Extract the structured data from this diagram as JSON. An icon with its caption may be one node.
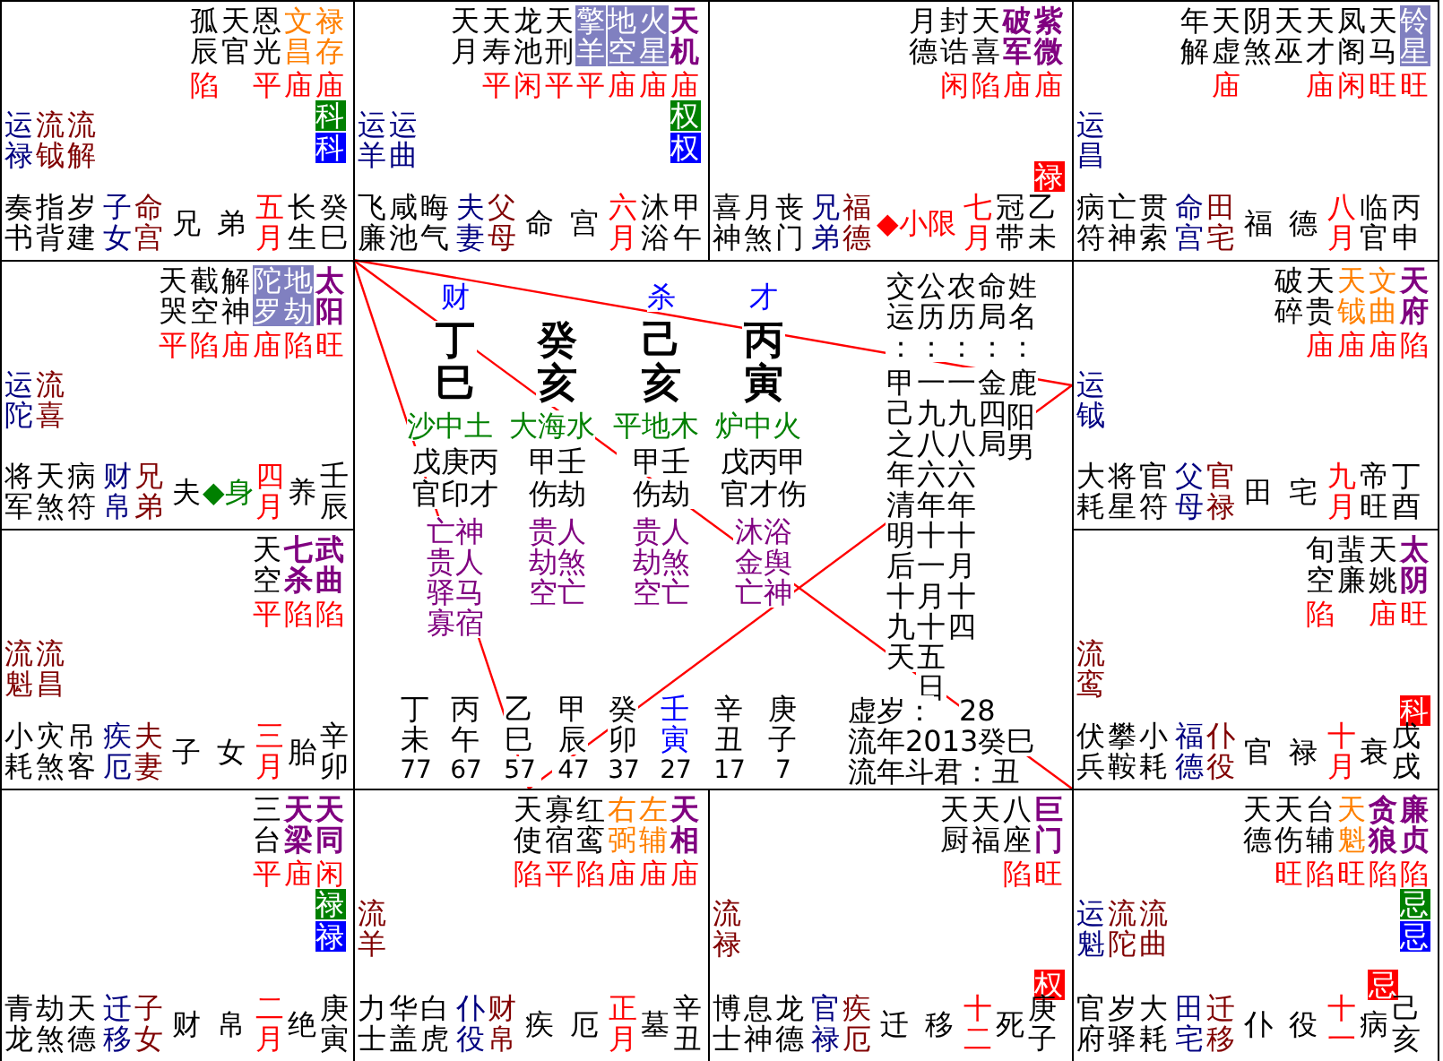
{
  "diagram": {
    "nodes": [
      {
        "text": [
          "孤辰",
          "天官",
          "恩光",
          "文昌",
          "禄存",
          "陷",
          "平",
          "庙",
          "庙",
          "科",
          "科",
          "运禄",
          "流钺",
          "流解",
          "奏书",
          "指背",
          "岁建",
          "子女",
          "命宫",
          "兄弟",
          "五月",
          "长生",
          "癸巳"
        ]
      },
      {
        "text": [
          "天月",
          "天寿",
          "龙池",
          "天刑",
          "擎羊",
          "地空",
          "火星",
          "天机",
          "平",
          "闲",
          "平",
          "平",
          "庙",
          "庙",
          "庙",
          "权",
          "权",
          "运羊",
          "运曲",
          "飞廉",
          "咸池",
          "晦气",
          "夫妻",
          "父母",
          "命宫",
          "六月",
          "沐浴",
          "甲午"
        ]
      },
      {
        "text": [
          "月德",
          "封诰",
          "天喜",
          "破军",
          "紫微",
          "闲",
          "陷",
          "庙",
          "庙",
          "禄",
          "喜神",
          "月煞",
          "丧门",
          "兄弟",
          "福德",
          "◆小限",
          "七月",
          "冠带",
          "乙未"
        ]
      },
      {
        "text": [
          "年解",
          "天虚",
          "阴煞",
          "天巫",
          "天才",
          "凤阁",
          "天马",
          "铃星",
          "庙",
          "庙",
          "闲",
          "旺",
          "旺",
          "运昌",
          "病符",
          "亡神",
          "贯索",
          "命宫",
          "田宅",
          "福德",
          "八月",
          "临官",
          "丙申"
        ]
      },
      {
        "text": [
          "天哭",
          "截空",
          "解神",
          "陀罗",
          "地劫",
          "太阳",
          "平",
          "陷",
          "庙",
          "庙",
          "陷",
          "旺",
          "运陀",
          "流喜",
          "将军",
          "天煞",
          "病符",
          "财帛",
          "兄弟",
          "夫",
          "◆身",
          "四月",
          "养",
          "壬辰"
        ]
      },
      {
        "text": [
          "破碎",
          "天贵",
          "天钺",
          "文曲",
          "天府",
          "庙",
          "庙",
          "庙",
          "陷",
          "运钺",
          "大耗",
          "将星",
          "官符",
          "父母",
          "官禄",
          "田宅",
          "九月",
          "帝旺",
          "丁酉"
        ]
      },
      {
        "text": [
          "天空",
          "七杀",
          "武曲",
          "平",
          "陷",
          "陷",
          "流魁",
          "流昌",
          "小耗",
          "灾煞",
          "吊客",
          "疾厄",
          "夫妻",
          "子女",
          "三月",
          "胎",
          "辛卯"
        ]
      },
      {
        "text": [
          "旬空",
          "蜚廉",
          "天姚",
          "太阴",
          "陷",
          "庙",
          "旺",
          "科",
          "流鸾",
          "伏兵",
          "攀鞍",
          "小耗",
          "福德",
          "仆役",
          "官禄",
          "十月",
          "衰",
          "戊戌"
        ]
      },
      {
        "text": [
          "三台",
          "天梁",
          "天同",
          "平",
          "庙",
          "闲",
          "禄",
          "禄",
          "青龙",
          "劫煞",
          "天德",
          "迁移",
          "子女",
          "财帛",
          "二月",
          "绝",
          "庚寅"
        ]
      },
      {
        "text": [
          "天使",
          "寡宿",
          "红鸾",
          "右弼",
          "左辅",
          "天相",
          "陷",
          "平",
          "陷",
          "庙",
          "庙",
          "庙",
          "流羊",
          "力士",
          "华盖",
          "白虎",
          "仆役",
          "财帛",
          "疾厄",
          "正月",
          "墓",
          "辛丑"
        ]
      },
      {
        "text": [
          "天厨",
          "天福",
          "八座",
          "巨门",
          "陷",
          "旺",
          "权",
          "流禄",
          "博士",
          "息神",
          "龙德",
          "官禄",
          "疾厄",
          "迁移",
          "十二",
          "死",
          "庚子"
        ]
      },
      {
        "text": [
          "天德",
          "天伤",
          "台辅",
          "天魁",
          "贪狼",
          "廉贞",
          "旺",
          "陷",
          "旺",
          "陷",
          "陷",
          "忌",
          "忌",
          "忌",
          "运魁",
          "流陀",
          "流曲",
          "官府",
          "岁驿",
          "大耗",
          "田宅",
          "迁移",
          "仆役",
          "十一",
          "病",
          "己亥"
        ]
      }
    ],
    "edges": [
      {
        "from": 0,
        "to": 5,
        "arrow": "none"
      },
      {
        "from": 0,
        "to": 9,
        "arrow": "none"
      },
      {
        "from": 0,
        "to": 11,
        "arrow": "none"
      },
      {
        "from": 5,
        "to": 9,
        "arrow": "none"
      }
    ],
    "labels": [
      "财",
      "杀",
      "才",
      "丁巳",
      "癸亥",
      "己亥",
      "丙寅",
      "沙中土",
      "大海水",
      "平地木",
      "炉中火",
      "戊庚丙",
      "甲壬",
      "甲壬",
      "戊丙甲",
      "官印才",
      "伤劫",
      "伤劫",
      "官才伤",
      "亡神贵人驿马寡宿",
      "贵人劫煞空亡",
      "贵人劫煞空亡",
      "沐浴金舆亡神",
      "交运：",
      "公历：",
      "农历：",
      "命局：",
      "姓名：",
      "甲己之年清明后十九天",
      "一九八六年十一月十五日",
      "一九八六年十月十四",
      "金四局",
      "鹿",
      "阳男",
      "丁未",
      "77",
      "丙午",
      "67",
      "乙巳",
      "57",
      "甲辰",
      "47",
      "癸卯",
      "37",
      "壬寅",
      "27",
      "辛丑",
      "17",
      "庚子",
      "7",
      "虚岁：",
      "28",
      "流年2013癸巳",
      "流年斗君：丑"
    ]
  }
}
